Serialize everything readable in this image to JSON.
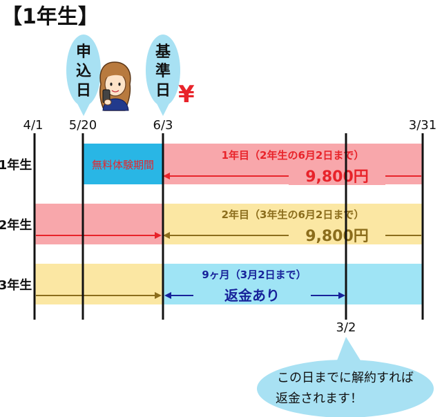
{
  "title": "【1年生】",
  "balloons": {
    "apply": [
      "申",
      "込",
      "日"
    ],
    "base": [
      "基",
      "準",
      "日"
    ]
  },
  "yen_symbol": "¥",
  "dates": {
    "d1": "4/1",
    "d2": "5/20",
    "d3": "6/3",
    "d4": "3/31",
    "d5": "3/2"
  },
  "rows": {
    "y1": "1年生",
    "y2": "2年生",
    "y3": "3年生"
  },
  "bars": {
    "trial": "無料体験期間",
    "b1_text": "1年目（2年生の6月2日まで）",
    "b1_price": "9,800円",
    "b2_text": "2年目（3年生の6月2日まで）",
    "b2_price": "9,800円",
    "b3_text": "9ヶ月（3月2日まで）",
    "b3_refund": "返金あり"
  },
  "note": {
    "line1": "この日までに解約すれば",
    "line2": "返金されます！"
  },
  "colors": {
    "cyan": "#29b6e5",
    "pink": "#f8a7ab",
    "yellow": "#fbe7a3",
    "lightblue": "#9fe4f5",
    "balloon": "#a8e1f3",
    "red": "#e8232a",
    "olive": "#8b6d1c",
    "navy": "#17229a"
  }
}
